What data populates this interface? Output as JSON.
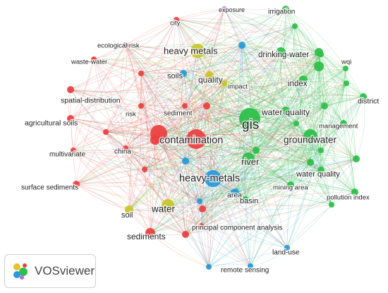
{
  "colors": {
    "red": "#ec4141",
    "green": "#2ec04a",
    "blue": "#2a9ad8",
    "yellow": "#c8c62a",
    "purple": "#b86ad6"
  },
  "nodes": [
    {
      "id": "exposure",
      "label": "exposure",
      "cluster": "purple"
    },
    {
      "id": "irrigation",
      "label": "irrigation",
      "cluster": "green"
    },
    {
      "id": "city",
      "label": "city",
      "cluster": "red"
    },
    {
      "id": "ecological-risk",
      "label": "ecological risk",
      "cluster": "red"
    },
    {
      "id": "heavy-metals-a",
      "label": "heavy metals",
      "cluster": "yellow"
    },
    {
      "id": "drinking-water",
      "label": "drinking-water",
      "cluster": "green"
    },
    {
      "id": "wqi",
      "label": "wqi",
      "cluster": "green"
    },
    {
      "id": "waste-water",
      "label": "waste-water",
      "cluster": "red"
    },
    {
      "id": "soils",
      "label": "soils",
      "cluster": "blue"
    },
    {
      "id": "quality",
      "label": "quality",
      "cluster": "yellow"
    },
    {
      "id": "index",
      "label": "index",
      "cluster": "green"
    },
    {
      "id": "impact",
      "label": "impact",
      "cluster": "yellow"
    },
    {
      "id": "district",
      "label": "district",
      "cluster": "green"
    },
    {
      "id": "spatial-distribution",
      "label": "spatial-distribution",
      "cluster": "red"
    },
    {
      "id": "risk",
      "label": "risk",
      "cluster": "red"
    },
    {
      "id": "sediment",
      "label": "sediment",
      "cluster": "red"
    },
    {
      "id": "water-quality-a",
      "label": "water-quality",
      "cluster": "green"
    },
    {
      "id": "agricultural-soils",
      "label": "agricultural soils",
      "cluster": "red"
    },
    {
      "id": "gis",
      "label": "gis",
      "cluster": "green"
    },
    {
      "id": "management",
      "label": "management",
      "cluster": "green"
    },
    {
      "id": "contamination",
      "label": "contamination",
      "cluster": "red"
    },
    {
      "id": "groundwater",
      "label": "groundwater",
      "cluster": "green"
    },
    {
      "id": "multivariate",
      "label": "multivariate",
      "cluster": "red"
    },
    {
      "id": "china",
      "label": "china",
      "cluster": "red"
    },
    {
      "id": "river",
      "label": "river",
      "cluster": "green"
    },
    {
      "id": "heavy-metals-b",
      "label": "heavy-metals",
      "cluster": "blue"
    },
    {
      "id": "water-quality-b",
      "label": "water quality",
      "cluster": "green"
    },
    {
      "id": "surface-sediments",
      "label": "surface sediments",
      "cluster": "red"
    },
    {
      "id": "mining-area",
      "label": "mining area",
      "cluster": "green"
    },
    {
      "id": "area",
      "label": "area",
      "cluster": "blue"
    },
    {
      "id": "pollution-index",
      "label": "pollution index",
      "cluster": "green"
    },
    {
      "id": "water",
      "label": "water",
      "cluster": "yellow"
    },
    {
      "id": "basin",
      "label": "basin",
      "cluster": "green"
    },
    {
      "id": "soil",
      "label": "soil",
      "cluster": "yellow"
    },
    {
      "id": "principal-component-analysis",
      "label": "principal component analysis",
      "cluster": "red"
    },
    {
      "id": "sediments",
      "label": "sediments",
      "cluster": "red"
    },
    {
      "id": "land-use",
      "label": "land-use",
      "cluster": "blue"
    },
    {
      "id": "remote-sensing",
      "label": "remote sensing",
      "cluster": "blue"
    }
  ],
  "brand": {
    "name": "VOSviewer"
  }
}
